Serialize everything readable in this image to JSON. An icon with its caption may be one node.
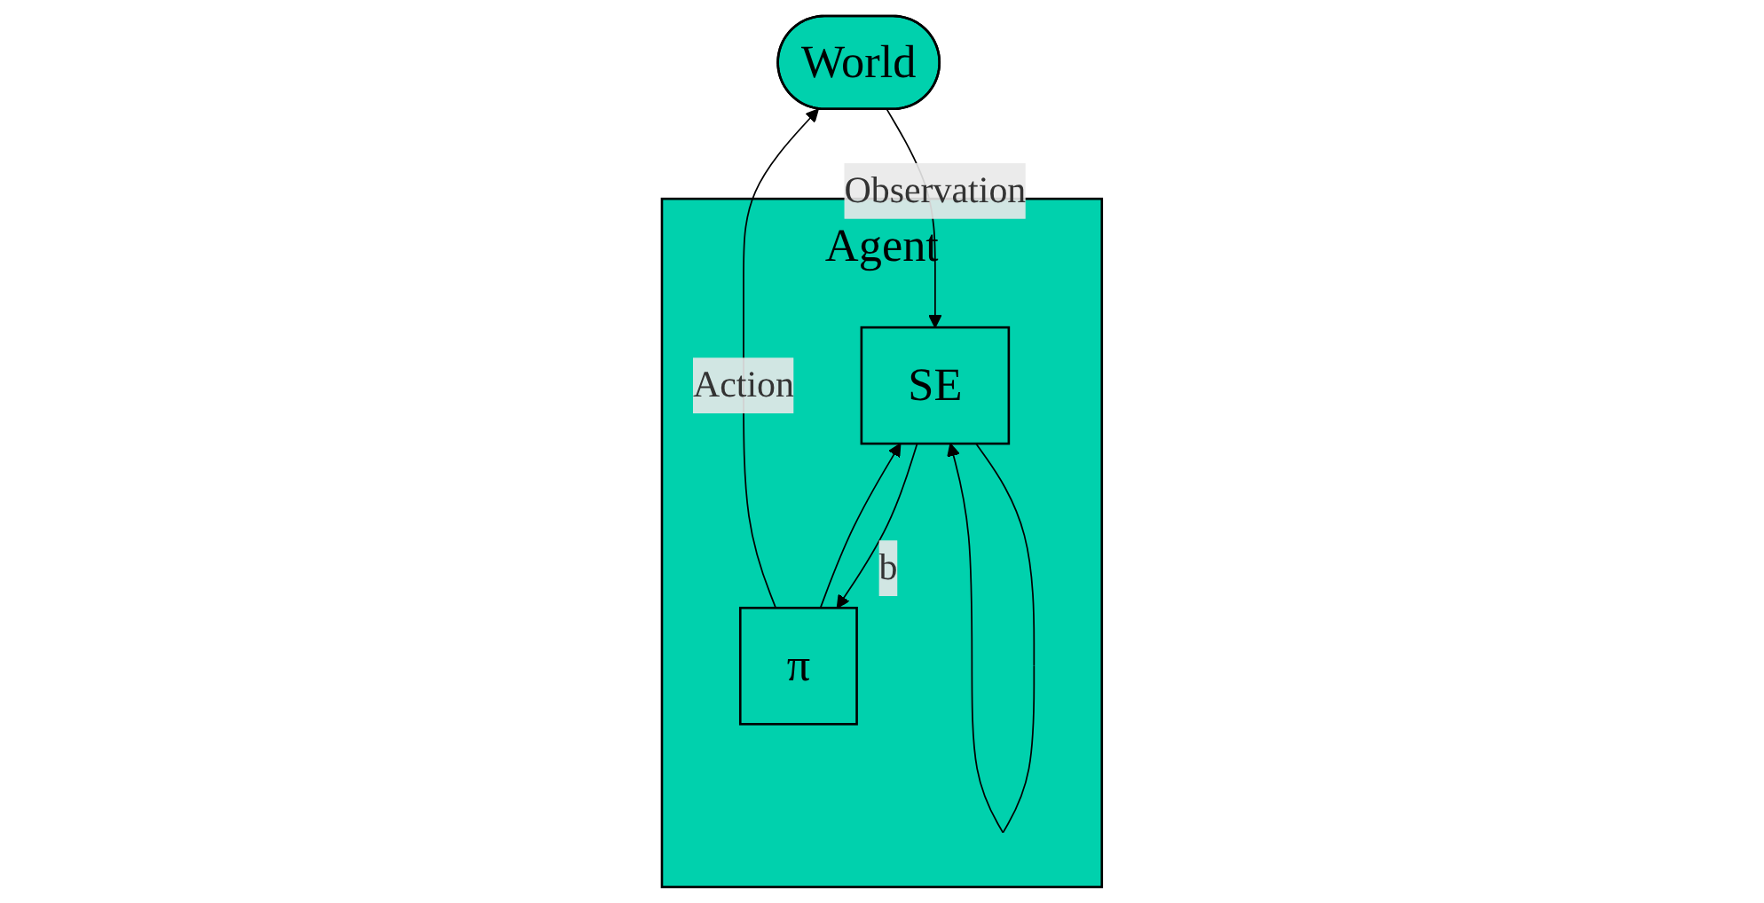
{
  "diagram": {
    "nodes": [
      {
        "text": [
          "World"
        ]
      },
      {
        "text": [
          "Agent"
        ]
      },
      {
        "text": [
          "SE"
        ],
        "in": 1
      },
      {
        "text": [
          "π"
        ],
        "in": 1
      }
    ],
    "edges": [
      {
        "from": 0,
        "to": 2,
        "arrow": "to",
        "label": "Observation"
      },
      {
        "from": 2,
        "to": 3,
        "arrow": "to",
        "label": "b"
      },
      {
        "from": 2,
        "to": 2,
        "arrow": "to"
      },
      {
        "from": 3,
        "to": 2,
        "arrow": "to"
      },
      {
        "from": 3,
        "to": 0,
        "arrow": "to",
        "label": "Action"
      }
    ]
  }
}
